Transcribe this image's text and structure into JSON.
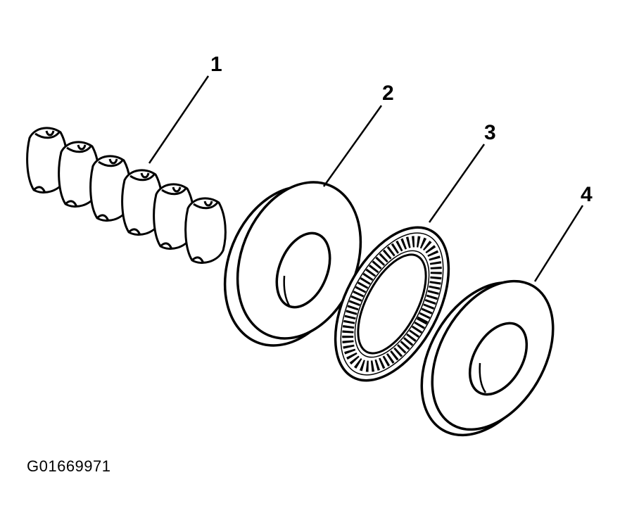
{
  "callouts": [
    {
      "label": "1",
      "part": "spring"
    },
    {
      "label": "2",
      "part": "thrust-washer"
    },
    {
      "label": "3",
      "part": "thrust-bearing"
    },
    {
      "label": "4",
      "part": "thrust-washer"
    }
  ],
  "figure_id": "G01669971"
}
